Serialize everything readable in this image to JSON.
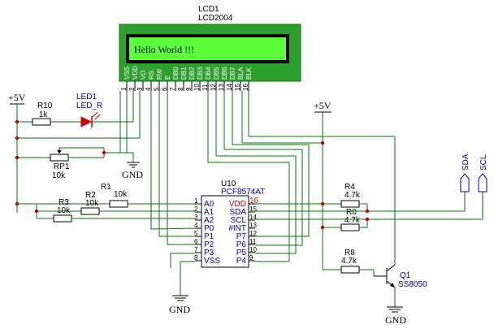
{
  "lcd": {
    "ref": "LCD1",
    "part": "LCD2004",
    "screen_text": "Hello World !!!",
    "pins": [
      {
        "num": "1",
        "name": "VSS"
      },
      {
        "num": "2",
        "name": "VDD"
      },
      {
        "num": "3",
        "name": "VO"
      },
      {
        "num": "4",
        "name": "RS"
      },
      {
        "num": "5",
        "name": "RW"
      },
      {
        "num": "6",
        "name": "E"
      },
      {
        "num": "7",
        "name": "DB0"
      },
      {
        "num": "8",
        "name": "DB1"
      },
      {
        "num": "9",
        "name": "DB2"
      },
      {
        "num": "10",
        "name": "DB3"
      },
      {
        "num": "11",
        "name": "DB4"
      },
      {
        "num": "12",
        "name": "DB5"
      },
      {
        "num": "13",
        "name": "DB6"
      },
      {
        "num": "14",
        "name": "DB7"
      },
      {
        "num": "15",
        "name": "BLA"
      },
      {
        "num": "16",
        "name": "BLK"
      }
    ]
  },
  "ic": {
    "ref": "U10",
    "part": "PCF8574AT",
    "left_pins": [
      {
        "num": "1",
        "name": "A0"
      },
      {
        "num": "2",
        "name": "A1"
      },
      {
        "num": "3",
        "name": "A2"
      },
      {
        "num": "4",
        "name": "P0"
      },
      {
        "num": "5",
        "name": "P1"
      },
      {
        "num": "6",
        "name": "P2"
      },
      {
        "num": "7",
        "name": "P3"
      },
      {
        "num": "8",
        "name": "VSS"
      }
    ],
    "right_pins": [
      {
        "num": "16",
        "name": "VDD"
      },
      {
        "num": "15",
        "name": "SDA"
      },
      {
        "num": "14",
        "name": "SCL"
      },
      {
        "num": "13",
        "name": "#INT"
      },
      {
        "num": "12",
        "name": "P7"
      },
      {
        "num": "11",
        "name": "P6"
      },
      {
        "num": "10",
        "name": "P5"
      },
      {
        "num": "9",
        "name": "P4"
      }
    ]
  },
  "components": {
    "r10": {
      "ref": "R10",
      "value": "1k"
    },
    "led1": {
      "ref": "LED1",
      "value": "LED_R"
    },
    "rp1": {
      "ref": "RP1",
      "value": "10k"
    },
    "r1": {
      "ref": "R1",
      "value": "10k"
    },
    "r2": {
      "ref": "R2",
      "value": "10k"
    },
    "r3": {
      "ref": "R3",
      "value": "10k"
    },
    "r4": {
      "ref": "R4",
      "value": "4.7k"
    },
    "r0": {
      "ref": "R0",
      "value": "4.7k"
    },
    "r8": {
      "ref": "R8",
      "value": "4.7k"
    },
    "q1": {
      "ref": "Q1",
      "value": "SS8050"
    }
  },
  "power": {
    "vcc_left": "+5V",
    "vcc_right": "+5V",
    "gnd_top": "GND",
    "gnd_ic": "GND",
    "gnd_q1": "GND"
  },
  "ports": {
    "sda": "SDA",
    "scl": "SCL"
  },
  "colors": {
    "wire": "#007a00",
    "lcd_body": "#2ea02e",
    "lcd_screen": "#5cff3a",
    "pin_label": "#0000c0",
    "junction": "#c00000"
  }
}
